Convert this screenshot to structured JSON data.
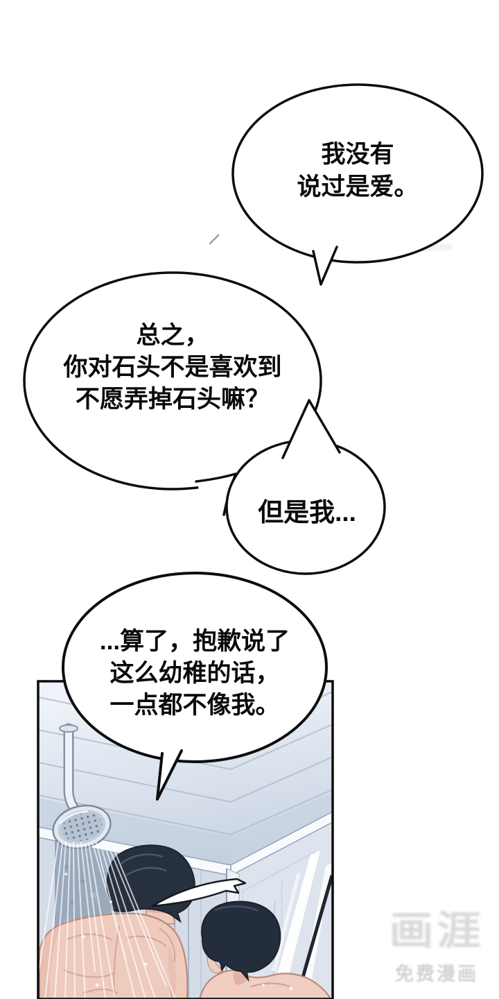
{
  "bubbles": {
    "b1": {
      "lines": [
        "我没有",
        "说过是爱。"
      ]
    },
    "b2": {
      "lines": [
        "总之，",
        "你对石头不是喜欢到",
        "不愿弄掉石头嘛？"
      ]
    },
    "b3": {
      "lines": [
        "但是我..."
      ]
    },
    "b4": {
      "lines": [
        "...算了，抱歉说了",
        "这么幼稚的话，",
        "一点都不像我。"
      ]
    }
  },
  "watermark": {
    "logo": "画涯",
    "tagline": "免费漫画"
  },
  "colors": {
    "page_background": "#ffffff",
    "bubble_fill": "#ffffff",
    "bubble_outline": "#0d0d0d",
    "panel_border": "#0c0c0c",
    "ceiling": "#dfe6f0",
    "wall": "#d4dce8",
    "niche": "#9ba9bd",
    "skin": "#eecbbd",
    "hair": "#27303f",
    "watermark_text": "#d9d9d9"
  }
}
